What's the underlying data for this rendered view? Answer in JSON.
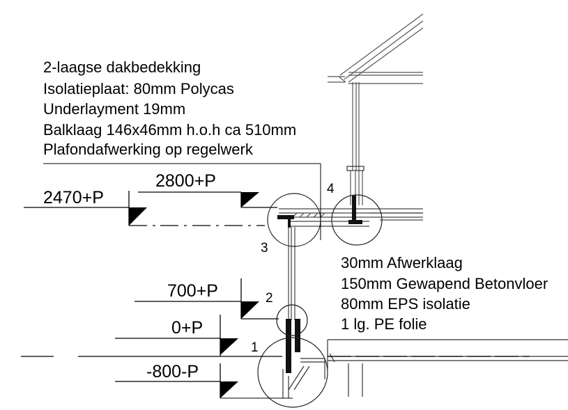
{
  "roof_notes": [
    "2-laagse dakbedekking",
    "Isolatieplaat:   80mm Polycas",
    "Underlayment 19mm",
    "Balklaag 146x46mm h.o.h ca 510mm",
    "Plafondafwerking op regelwerk"
  ],
  "floor_notes": [
    "30mm Afwerklaag",
    "150mm Gewapend Betonvloer",
    "80mm EPS isolatie",
    "1 lg. PE folie"
  ],
  "levels": [
    {
      "label": "2800+P"
    },
    {
      "label": "2470+P"
    },
    {
      "label": "700+P"
    },
    {
      "label": "0+P"
    },
    {
      "label": "-800-P"
    }
  ],
  "details": [
    "1",
    "2",
    "3",
    "4"
  ],
  "colors": {
    "line": "#000000",
    "thin": "#555555",
    "fill_dark": "#111111"
  }
}
